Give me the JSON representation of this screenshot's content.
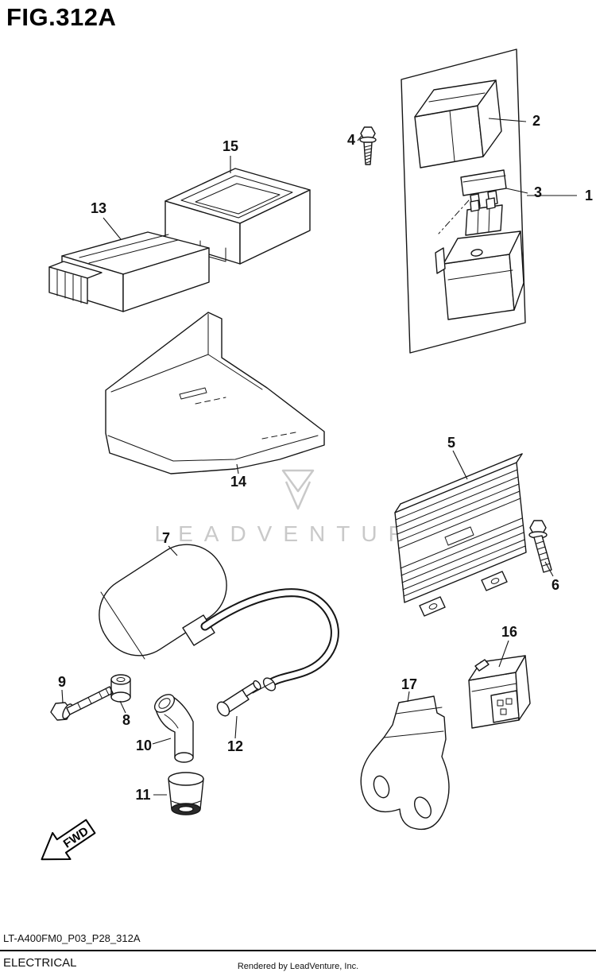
{
  "figure": {
    "title": "FIG.312A",
    "doc_code": "LT-A400FM0_P03_P28_312A",
    "section": "ELECTRICAL",
    "rendered_by": "Rendered by LeadVenture, Inc.",
    "watermark": "LEADVENTURE",
    "fwd_label": "FWD"
  },
  "part_numbers": [
    "1",
    "2",
    "3",
    "4",
    "5",
    "6",
    "7",
    "8",
    "9",
    "10",
    "11",
    "12",
    "13",
    "14",
    "15",
    "16",
    "17"
  ]
}
